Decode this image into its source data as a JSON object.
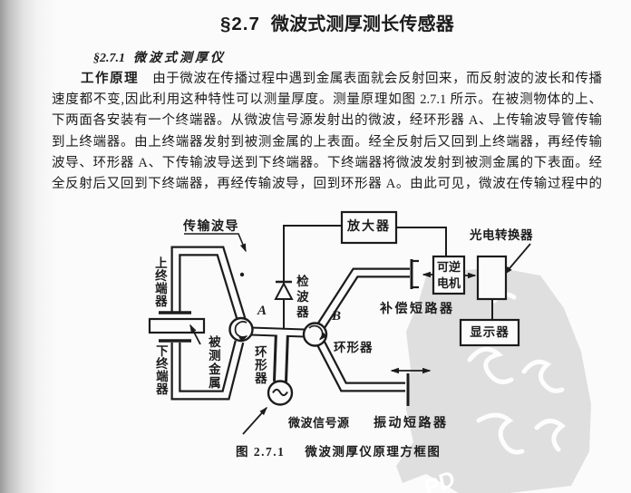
{
  "page": {
    "bg": "#fbfbfb",
    "ink": "#1c1c1c"
  },
  "watermark": {
    "text": "PD",
    "color": "#d8d8d8"
  },
  "heading": {
    "number": "§2.7",
    "title": "微波式测厚测长传感器"
  },
  "subheading": {
    "number": "§2.7.1",
    "title": "微波式测厚仪"
  },
  "paragraph": {
    "lead": "工作原理",
    "first_line_rest": "　由于微波在传播过程中遇到金属表面就会反射回来，而反射波的波长和传播",
    "lines": [
      "速度都不变,因此利用这种特性可以测量厚度。测量原理如图 2.7.1 所示。在被测物体的上、",
      "下两面各安装有一个终端器。从微波信号源发射出的微波，经环形器 A、上传输波导管传输",
      "到上终端器。由上终端器发射到被测金属的上表面。经全反射后又回到上终端器，再经传输",
      "波导、环形器 A、下传输波导送到下终端器。下终端器将微波发射到被测金属的下表面。经",
      "全反射后又回到下终端器，再经传输波导，回到环形器 A。由此可见，微波在传输过程中的"
    ]
  },
  "figure": {
    "caption_number": "图 2.7.1",
    "caption_title": "微波测厚仪原理方框图",
    "labels": {
      "transmission_waveguide": "传输波导",
      "upper_terminal": "上终端器",
      "lower_terminal": "下终端器",
      "measured_metal": "被测金属",
      "circulator_left": "环形器",
      "circulator_right": "环形器",
      "label_a": "A",
      "label_b": "B",
      "detector": "检波器",
      "amplifier": "放大器",
      "motor_line1": "可逆",
      "motor_line2": "电机",
      "compensation_short": "补偿短路器",
      "photoelectric_converter": "光电转换器",
      "display": "显示器",
      "microwave_source": "微波信号源",
      "vibration_short": "振动短路器"
    }
  }
}
